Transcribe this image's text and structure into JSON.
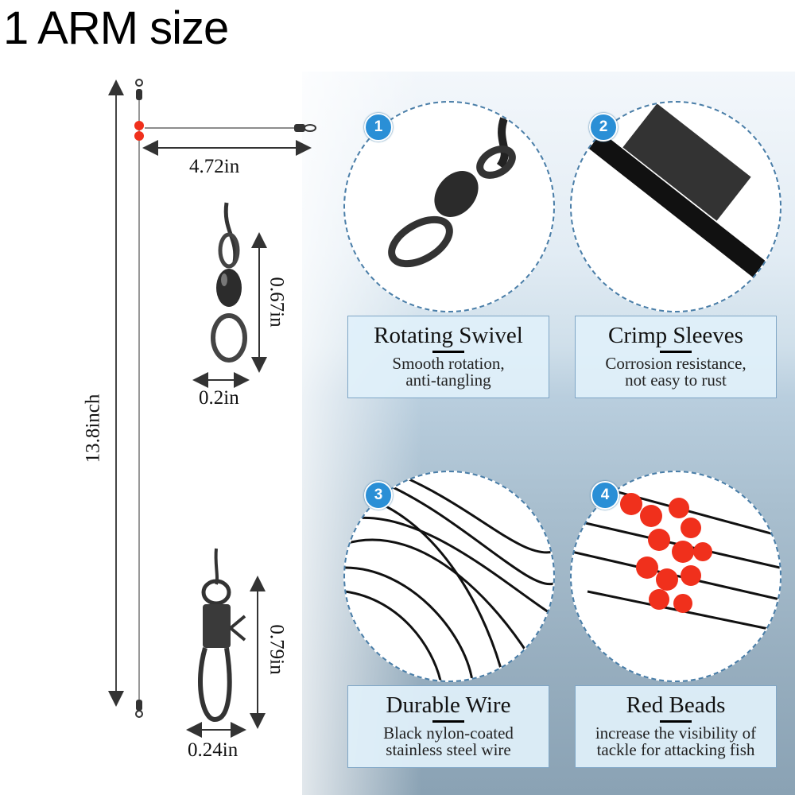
{
  "title": "1 ARM size",
  "dimensions": {
    "total_length": "13.8inch",
    "arm_length": "4.72in",
    "swivel_length": "0.67in",
    "swivel_width": "0.2in",
    "snap_length": "0.79in",
    "snap_width": "0.24in"
  },
  "features": [
    {
      "number": "1",
      "title": "Rotating Swivel",
      "line1": "Smooth rotation,",
      "line2": "anti-tangling"
    },
    {
      "number": "2",
      "title": "Crimp Sleeves",
      "line1": "Corrosion resistance,",
      "line2": "not easy to rust"
    },
    {
      "number": "3",
      "title": "Durable Wire",
      "line1": "Black nylon-coated",
      "line2": "stainless steel wire"
    },
    {
      "number": "4",
      "title": "Red Beads",
      "line1": "increase the visibility of",
      "line2": "tackle for attacking fish"
    }
  ],
  "colors": {
    "badge": "#2a8fd6",
    "bead": "#f0301c",
    "box": "#e0f0fa"
  }
}
